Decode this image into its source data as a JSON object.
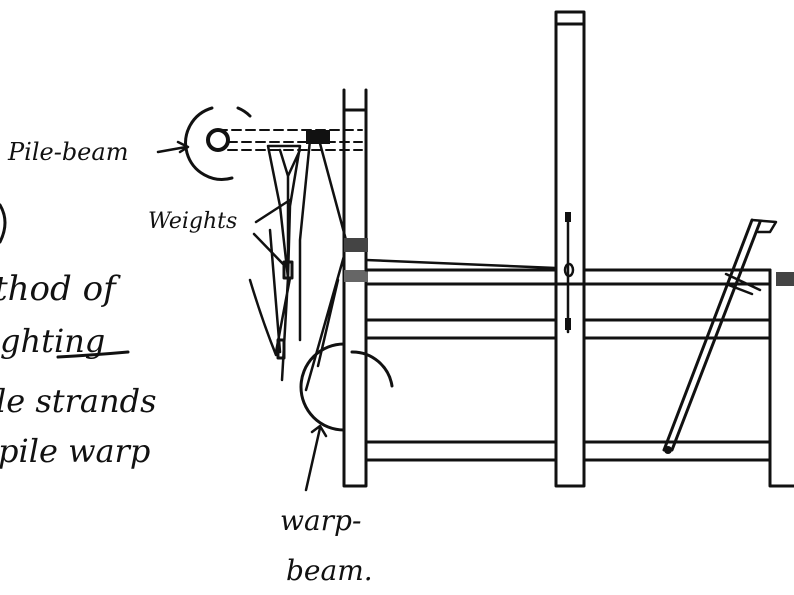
{
  "labels": {
    "pile_beam": "Pile-beam",
    "weights": "Weights",
    "warp_beam_1": "warp-",
    "warp_beam_2": "beam.",
    "method_line1": "thod of",
    "method_line2": "ghting",
    "method_line3": "le strands",
    "method_line4": "pile warp"
  },
  "colors": {
    "ink": "#111111",
    "paper": "#ffffff"
  }
}
